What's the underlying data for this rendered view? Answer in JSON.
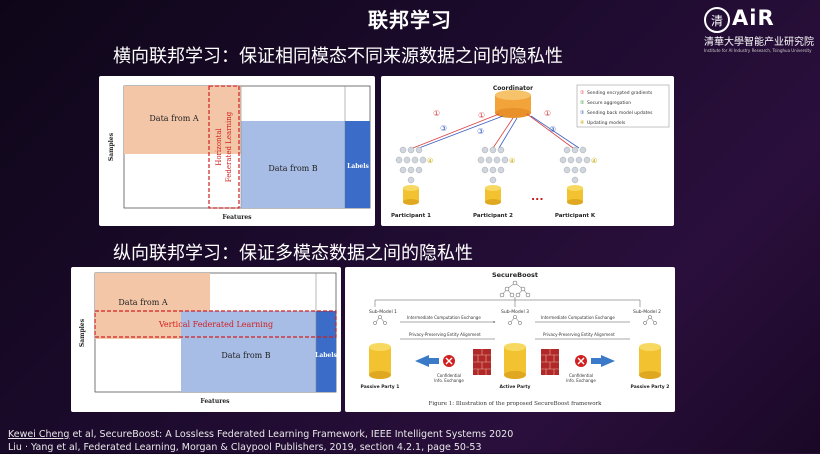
{
  "slide": {
    "title": "联邦学习",
    "logo": {
      "brand": "AiR",
      "seal": "清",
      "institute": "清華大學智能产业研究院",
      "institute_en": "Institute for AI Industry Research, Tsinghua University"
    },
    "section1_heading": "横向联邦学习：保证相同模态不同来源数据之间的隐私性",
    "section2_heading": "纵向联邦学习：保证多模态数据之间的隐私性",
    "horizontal_diagram": {
      "y_label": "Samples",
      "x_label": "Features",
      "data_a": "Data from A",
      "data_b": "Data from B",
      "labels": "Labels",
      "overlay_line1": "Horizontal",
      "overlay_line2": "Federated Learning"
    },
    "coordinator_diagram": {
      "coordinator": "Coordinator",
      "legend": [
        {
          "num": "①",
          "text": "Sending encrypted gradients",
          "color": "#d94040"
        },
        {
          "num": "②",
          "text": "Secure aggregation",
          "color": "#3a9a3a"
        },
        {
          "num": "③",
          "text": "Sending back model updates",
          "color": "#3a5fc0"
        },
        {
          "num": "④",
          "text": "Updating models",
          "color": "#c8a800"
        }
      ],
      "participants": [
        "Participant 1",
        "Participant 2",
        "Participant K"
      ],
      "dots": "...",
      "step1": "①",
      "step3": "③",
      "step4": "④"
    },
    "vertical_diagram": {
      "y_label": "Samples",
      "x_label": "Features",
      "data_a": "Data from A",
      "data_b": "Data from B",
      "labels": "Labels",
      "overlay": "Vertical Federated Learning"
    },
    "secureboost_diagram": {
      "title": "SecureBoost",
      "sub_model_1": "Sub-Model 1",
      "sub_model_3": "Sub-Model 3",
      "sub_model_2": "Sub-Model 2",
      "exchange_left": "Intermediate Computation Exchange",
      "exchange_right": "Intermediate Computation Exchange",
      "alignment_left": "Privacy-Preserving Entity Alignment",
      "alignment_right": "Privacy-Preserving Entity Alignment",
      "confidential": "Confidential",
      "info_exchange": "Info. Exchange",
      "party_left": "Passive Party 1",
      "party_center": "Active Party",
      "party_right": "Passive Party 2",
      "caption": "Figure 1: Illustration of the proposed SecureBoost framework"
    },
    "references": {
      "ref1_author": "Kewei Cheng",
      "ref1_rest": " et al, SecureBoost: A Lossless Federated Learning Framework, IEEE Intelligent Systems 2020",
      "ref2": "Liu · Yang et al, Federated Learning, Morgan & Claypool Publishers, 2019, section 4.2.1, page 50-53"
    }
  }
}
